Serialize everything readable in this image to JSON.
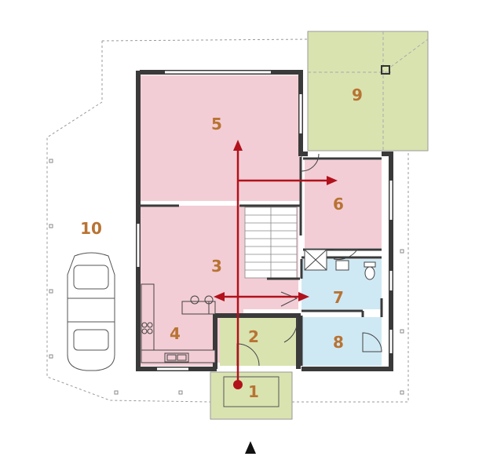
{
  "colors": {
    "pink": "#f3cdd5",
    "blue": "#cfe9f4",
    "green": "#d9e3b0",
    "wall": "#3a3a3a",
    "number": "#b87333",
    "arrow": "#b1121c",
    "outline": "#999999"
  },
  "rooms": [
    {
      "id": "1",
      "label": "1"
    },
    {
      "id": "2",
      "label": "2"
    },
    {
      "id": "3",
      "label": "3"
    },
    {
      "id": "4",
      "label": "4"
    },
    {
      "id": "5",
      "label": "5"
    },
    {
      "id": "6",
      "label": "6"
    },
    {
      "id": "7",
      "label": "7"
    },
    {
      "id": "8",
      "label": "8"
    },
    {
      "id": "9",
      "label": "9"
    },
    {
      "id": "10",
      "label": "10"
    }
  ],
  "icons": [
    "car-icon",
    "stove-icon",
    "sink-icon",
    "toilet-icon",
    "shower-icon",
    "north-arrow-icon",
    "entrance-dot-icon"
  ]
}
